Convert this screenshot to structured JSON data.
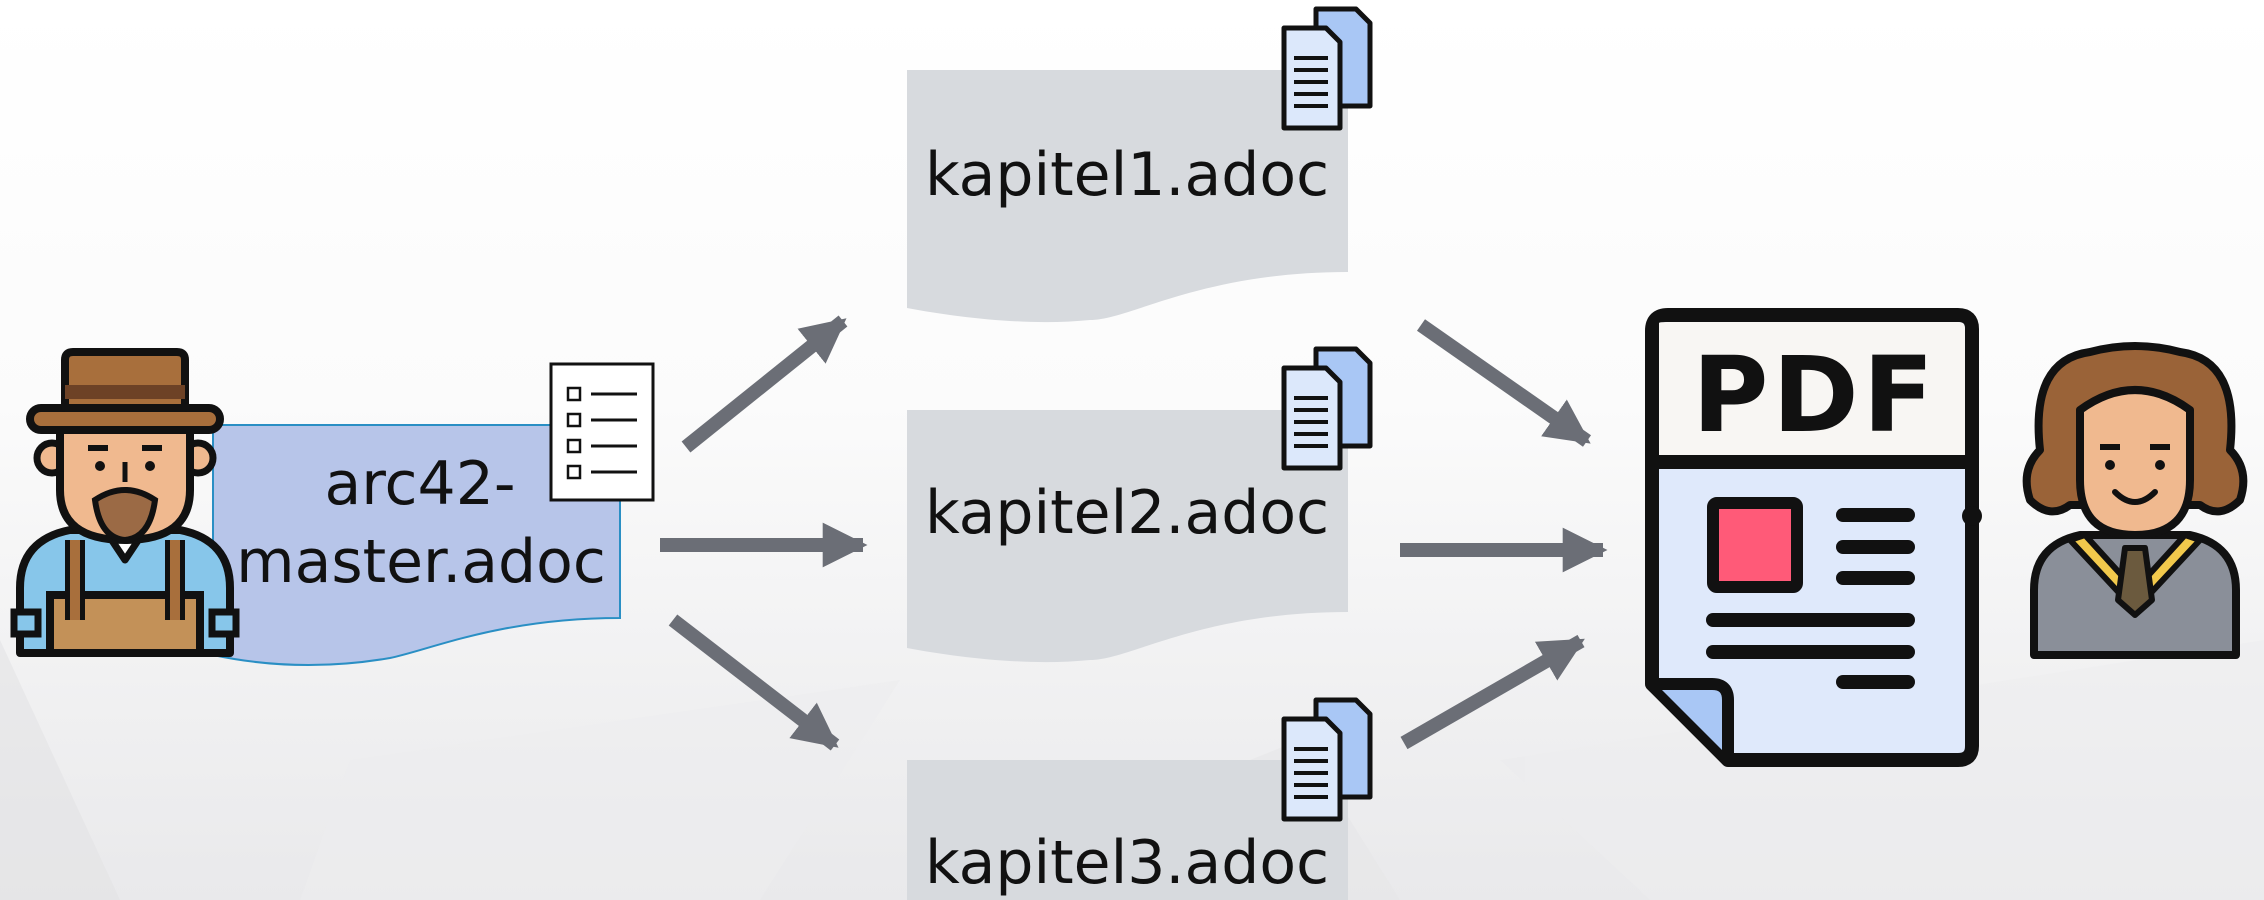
{
  "master": {
    "label_line1": "arc42-",
    "label_line2": "master.adoc"
  },
  "chapters": [
    {
      "label": "kapitel1.adoc"
    },
    {
      "label": "kapitel2.adoc"
    },
    {
      "label": "kapitel3.adoc"
    }
  ],
  "pdf": {
    "label": "PDF"
  },
  "colors": {
    "arrow": "#6b6e76",
    "chapter_doc": "#d7dade",
    "master_doc": "#b7c5e9",
    "master_border": "#2a8fc4",
    "doc_icon_front": "#dce8fb",
    "doc_icon_back": "#a9c7f5",
    "pdf_body": "#dfe9fb",
    "pdf_header": "#f8f6f3",
    "pdf_square": "#ff5a78",
    "gown": "#8a8f99",
    "stole": "#f2c94c"
  },
  "icons": {
    "author": "farmer-icon",
    "master_toc": "checklist-icon",
    "chapter_files": "documents-icon",
    "output": "pdf-file-icon",
    "reader": "graduate-icon"
  }
}
